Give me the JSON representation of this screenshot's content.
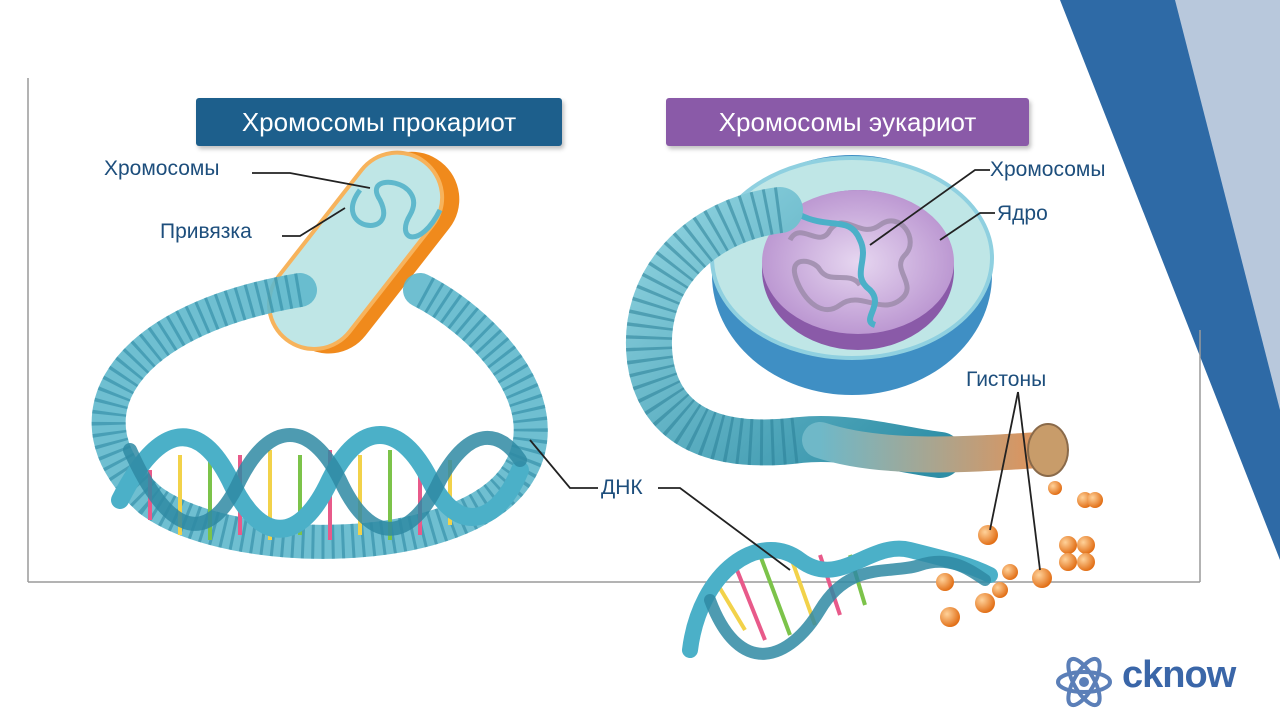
{
  "titles": {
    "prokaryote": "Хромосомы прокариот",
    "eukaryote": "Хромосомы эукариот"
  },
  "labels": {
    "pro_chromosomes": "Хромосомы",
    "pro_attachment": "Привязка",
    "dna": "ДНК",
    "eu_chromosomes": "Хромосомы",
    "nucleus": "Ядро",
    "histones": "Гистоны"
  },
  "logo": {
    "text": "cknow"
  },
  "colors": {
    "prokaryote_title": "#1d5f8c",
    "eukaryote_title": "#8a5aa8",
    "label_text": "#1d4e7c",
    "dna_strand": "#5fb8cc",
    "cell_fill": "#bfe6e6",
    "cell_shell": "#f08a1c",
    "nucleus": "#c9a9d6",
    "histone": "#f0892a",
    "corner_band_dark": "#2e6aa6",
    "corner_band_light": "#b8c8dc"
  }
}
